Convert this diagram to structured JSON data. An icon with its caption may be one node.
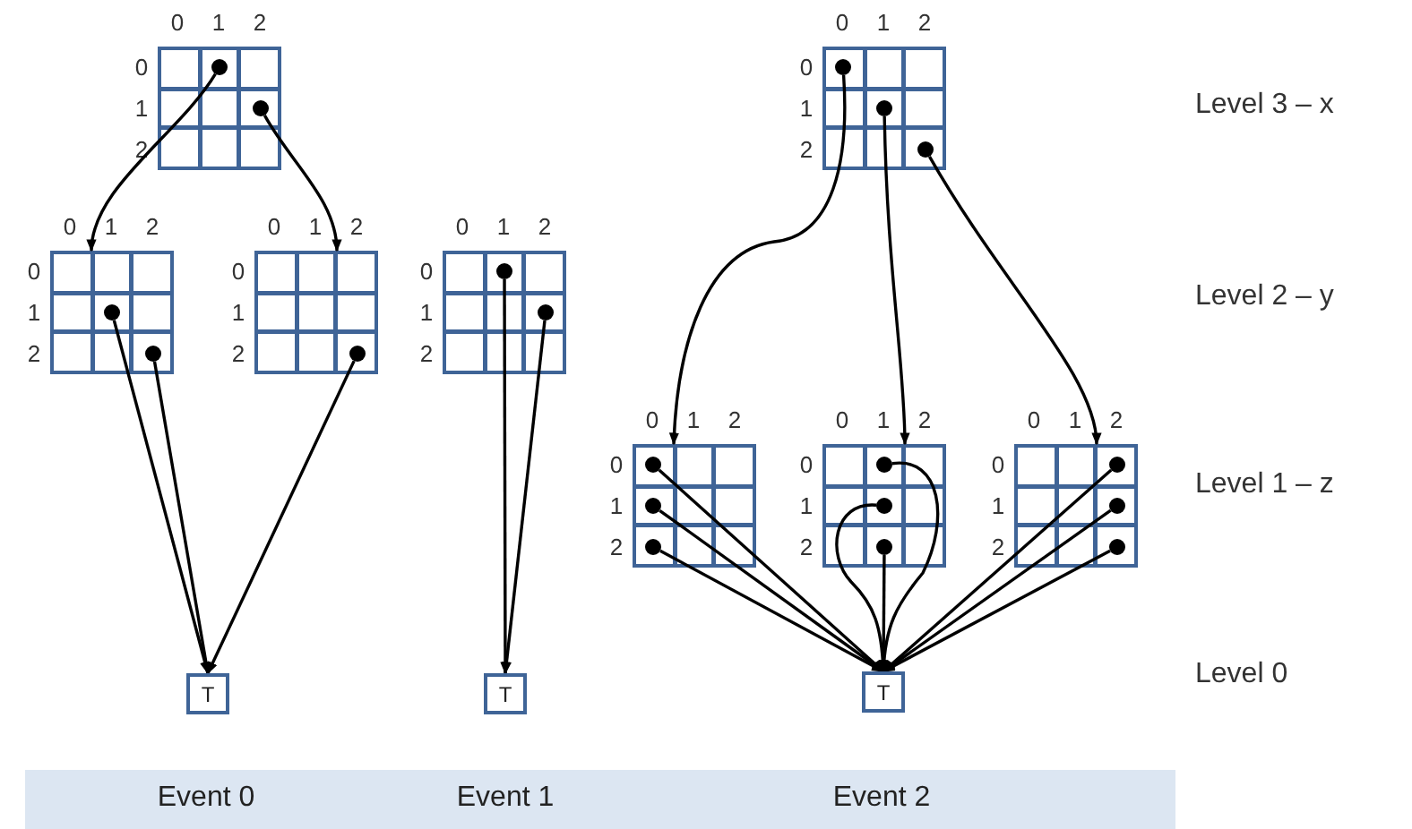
{
  "diagram": {
    "nodes": [
      {
        "text": [
          "0",
          "1",
          "2",
          "0",
          "1",
          "2"
        ]
      },
      {
        "text": [],
        "shape": "circle",
        "in": 0
      },
      {
        "text": [],
        "shape": "circle",
        "in": 0
      },
      {
        "text": [
          "0",
          "1",
          "2",
          "0",
          "1",
          "2"
        ]
      },
      {
        "text": [],
        "shape": "circle",
        "in": 3
      },
      {
        "text": [],
        "shape": "circle",
        "in": 3
      },
      {
        "text": [
          "0",
          "1",
          "2",
          "0",
          "1",
          "2"
        ]
      },
      {
        "text": [],
        "shape": "circle",
        "in": 6
      },
      {
        "text": [
          "0",
          "1",
          "2",
          "0",
          "1",
          "2"
        ]
      },
      {
        "text": [],
        "shape": "circle",
        "in": 8
      },
      {
        "text": [],
        "shape": "circle",
        "in": 8
      },
      {
        "text": [
          "0",
          "1",
          "2",
          "0",
          "1",
          "2"
        ]
      },
      {
        "text": [],
        "shape": "circle",
        "in": 11
      },
      {
        "text": [],
        "shape": "circle",
        "in": 11
      },
      {
        "text": [],
        "shape": "circle",
        "in": 11
      },
      {
        "text": [
          "0",
          "1",
          "2",
          "0",
          "1",
          "2"
        ]
      },
      {
        "text": [],
        "shape": "circle",
        "in": 15
      },
      {
        "text": [],
        "shape": "circle",
        "in": 15
      },
      {
        "text": [],
        "shape": "circle",
        "in": 15
      },
      {
        "text": [
          "0",
          "1",
          "2",
          "0",
          "1",
          "2"
        ]
      },
      {
        "text": [],
        "shape": "circle",
        "in": 19
      },
      {
        "text": [],
        "shape": "circle",
        "in": 19
      },
      {
        "text": [],
        "shape": "circle",
        "in": 19
      },
      {
        "text": [
          "0",
          "1",
          "2",
          "0",
          "1",
          "2"
        ]
      },
      {
        "text": [],
        "shape": "circle",
        "in": 23
      },
      {
        "text": [],
        "shape": "circle",
        "in": 23
      },
      {
        "text": [],
        "shape": "circle",
        "in": 23
      },
      {
        "text": [
          "T"
        ]
      },
      {
        "text": [
          "T"
        ]
      },
      {
        "text": [
          "T"
        ]
      },
      {
        "text": [
          "Event 0",
          "Event 1",
          "Event 2"
        ]
      }
    ],
    "edges": [
      {
        "from": 1,
        "to": 3,
        "arrow": "to"
      },
      {
        "from": 2,
        "to": 6,
        "arrow": "to"
      },
      {
        "from": 4,
        "to": 27,
        "arrow": "to"
      },
      {
        "from": 5,
        "to": 27,
        "arrow": "to"
      },
      {
        "from": 7,
        "to": 27,
        "arrow": "to"
      },
      {
        "from": 9,
        "to": 28,
        "arrow": "to"
      },
      {
        "from": 10,
        "to": 28,
        "arrow": "to"
      },
      {
        "from": 12,
        "to": 15,
        "arrow": "to"
      },
      {
        "from": 13,
        "to": 19,
        "arrow": "to"
      },
      {
        "from": 14,
        "to": 23,
        "arrow": "to"
      },
      {
        "from": 16,
        "to": 29,
        "arrow": "to"
      },
      {
        "from": 17,
        "to": 29,
        "arrow": "to"
      },
      {
        "from": 18,
        "to": 29,
        "arrow": "to"
      },
      {
        "from": 20,
        "to": 29,
        "arrow": "to"
      },
      {
        "from": 21,
        "to": 29,
        "arrow": "to"
      },
      {
        "from": 22,
        "to": 29,
        "arrow": "to"
      },
      {
        "from": 24,
        "to": 29,
        "arrow": "to"
      },
      {
        "from": 25,
        "to": 29,
        "arrow": "to"
      },
      {
        "from": 26,
        "to": 29,
        "arrow": "to"
      }
    ],
    "labels": [
      "Level 3 – x",
      "Level 2 – y",
      "Level 1 – z",
      "Level 0"
    ]
  }
}
